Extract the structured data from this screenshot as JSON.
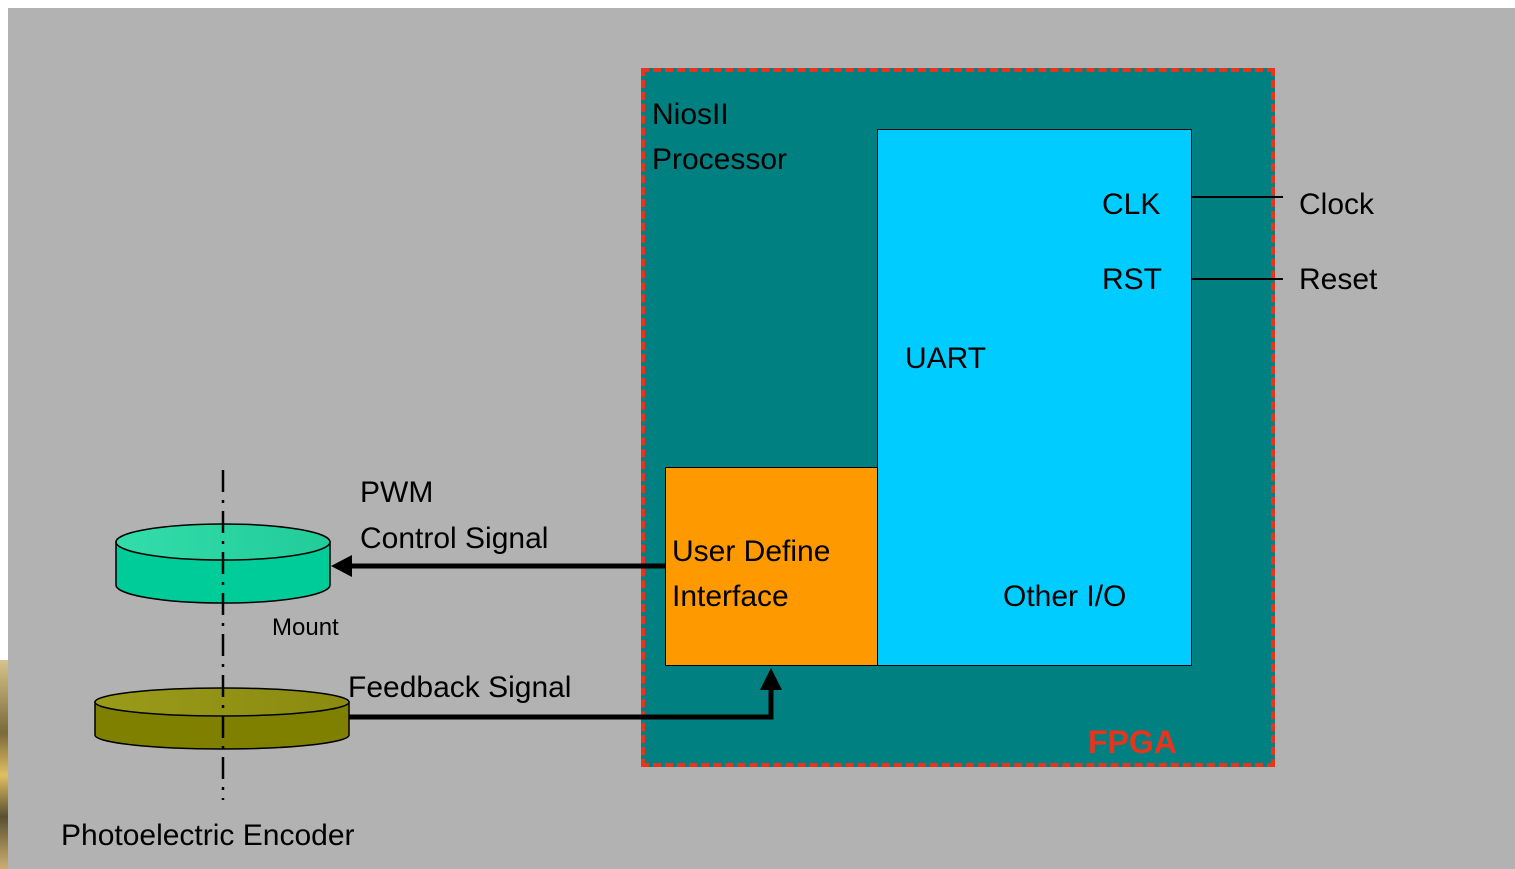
{
  "diagram": {
    "fpga": {
      "processor_label_line1": "NiosII",
      "processor_label_line2": "Processor",
      "fpga_label": "FPGA"
    },
    "uart_block": {
      "clk_port": "CLK",
      "rst_port": "RST",
      "uart_label": "UART",
      "other_io_label": "Other I/O"
    },
    "user_interface_block": {
      "label_line1": "User Define",
      "label_line2": "Interface"
    },
    "external_signals": {
      "clock": "Clock",
      "reset": "Reset"
    },
    "signals": {
      "pwm_line1": "PWM",
      "pwm_line2": "Control Signal",
      "feedback": "Feedback Signal"
    },
    "mechanics": {
      "mount_label": "Mount",
      "encoder_label": "Photoelectric Encoder"
    },
    "colors": {
      "background": "#b2b2b2",
      "fpga_fill": "#008080",
      "fpga_border": "#e8341c",
      "uart_fill": "#00ccff",
      "interface_fill": "#ff9900",
      "motor_fill": "#00cc99",
      "encoder_fill": "#808000",
      "fpga_text": "#e8341c"
    }
  }
}
